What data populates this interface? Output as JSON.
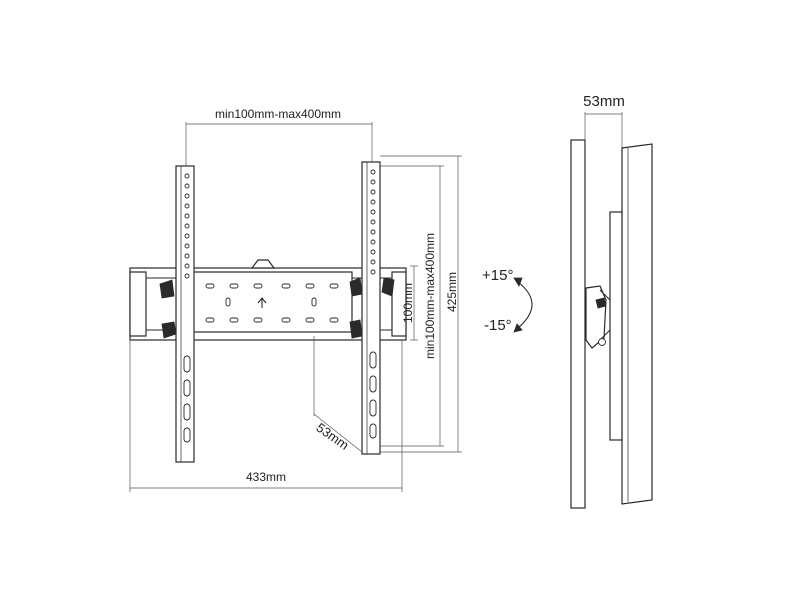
{
  "dimensions": {
    "vesa_width": "min100mm-max400mm",
    "vesa_height": "min100mm-max400mm",
    "min_height": "100mm",
    "total_height": "425mm",
    "total_width": "433mm",
    "depth_front": "53mm",
    "depth_side": "53mm"
  },
  "tilt": {
    "up": "+15°",
    "down": "-15°"
  },
  "colors": {
    "line": "#2a2a2a",
    "background": "#ffffff"
  }
}
